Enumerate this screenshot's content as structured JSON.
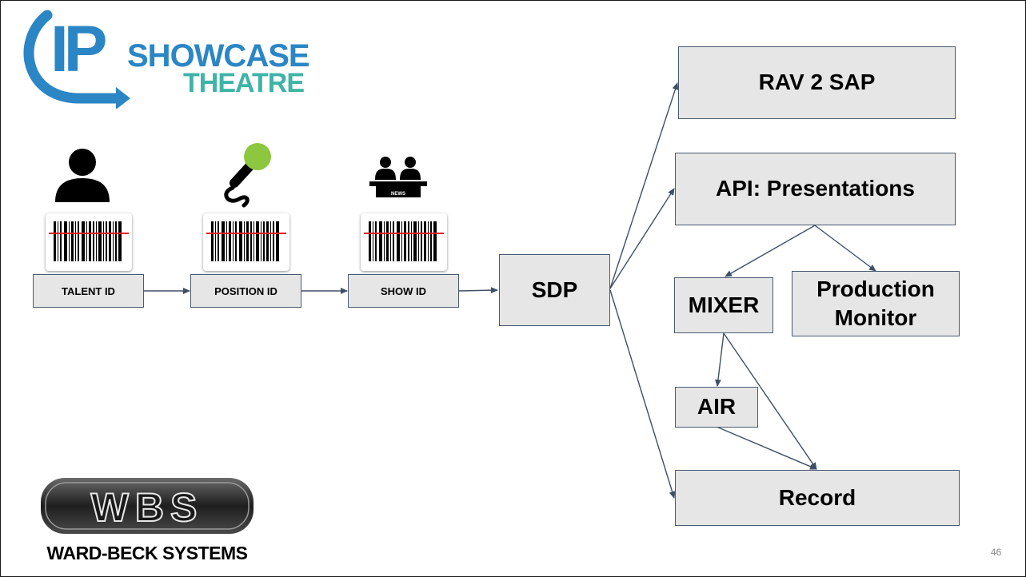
{
  "logo_top": {
    "initials": "IP",
    "line1": "SHOWCASE",
    "line2": "THEATRE",
    "colors": {
      "blue": "#2b86c5",
      "teal": "#3fb4a6"
    }
  },
  "logo_bottom": {
    "emblem_text": "WBS",
    "company_name": "WARD-BECK SYSTEMS"
  },
  "icons": {
    "talent": "person-icon",
    "position": "microphone-icon",
    "show": "news-anchors-icon",
    "news_desk_text": "NEWS"
  },
  "nodes": {
    "talent_id": "TALENT ID",
    "position_id": "POSITION ID",
    "show_id": "SHOW ID",
    "sdp": "SDP",
    "rav2sap": "RAV 2 SAP",
    "api": "API: Presentations",
    "mixer": "MIXER",
    "production_line1": "Production",
    "production_line2": "Monitor",
    "air": "AIR",
    "record": "Record"
  },
  "edges": [
    [
      "talent_id",
      "position_id"
    ],
    [
      "position_id",
      "show_id"
    ],
    [
      "show_id",
      "sdp"
    ],
    [
      "sdp",
      "rav2sap"
    ],
    [
      "sdp",
      "api"
    ],
    [
      "sdp",
      "record"
    ],
    [
      "api",
      "mixer"
    ],
    [
      "api",
      "production_monitor"
    ],
    [
      "mixer",
      "air"
    ],
    [
      "mixer",
      "record"
    ],
    [
      "air",
      "record"
    ]
  ],
  "colors": {
    "node_fill": "#e6e6e6",
    "node_border": "#4a5a70",
    "connector": "#3f4f66",
    "mic_head": "#8dc63f",
    "scan_line": "#e02020"
  },
  "page_number": "46"
}
